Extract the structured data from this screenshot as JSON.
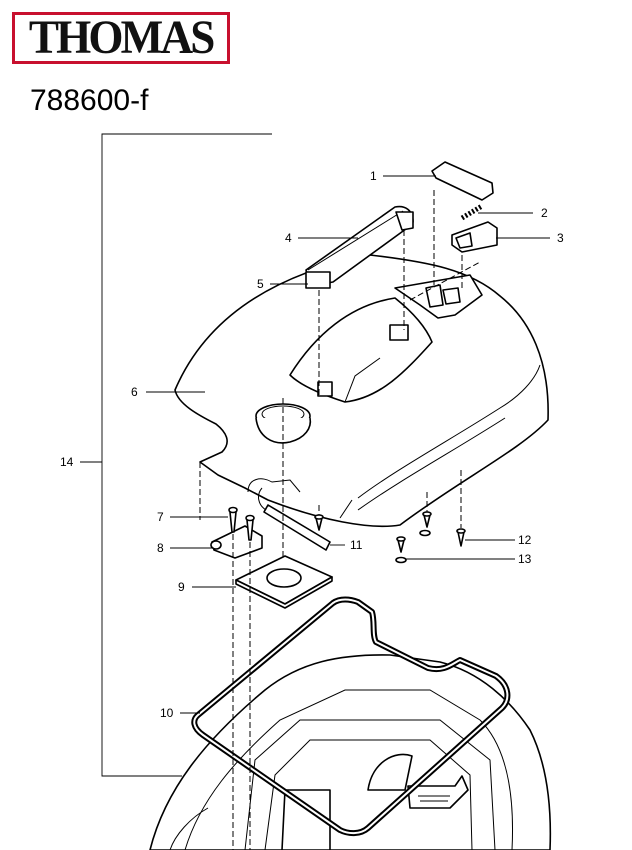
{
  "brand": {
    "logo_text": "THOMAS",
    "frame_color": "#c8102e"
  },
  "document": {
    "model_number": "788600-f"
  },
  "diagram": {
    "parts": [
      {
        "id": "1",
        "label": "1"
      },
      {
        "id": "2",
        "label": "2"
      },
      {
        "id": "3",
        "label": "3"
      },
      {
        "id": "4",
        "label": "4"
      },
      {
        "id": "5",
        "label": "5"
      },
      {
        "id": "6",
        "label": "6"
      },
      {
        "id": "7",
        "label": "7"
      },
      {
        "id": "8",
        "label": "8"
      },
      {
        "id": "9",
        "label": "9"
      },
      {
        "id": "10",
        "label": "10"
      },
      {
        "id": "11",
        "label": "11"
      },
      {
        "id": "12",
        "label": "12"
      },
      {
        "id": "13",
        "label": "13"
      },
      {
        "id": "14",
        "label": "14"
      }
    ]
  }
}
